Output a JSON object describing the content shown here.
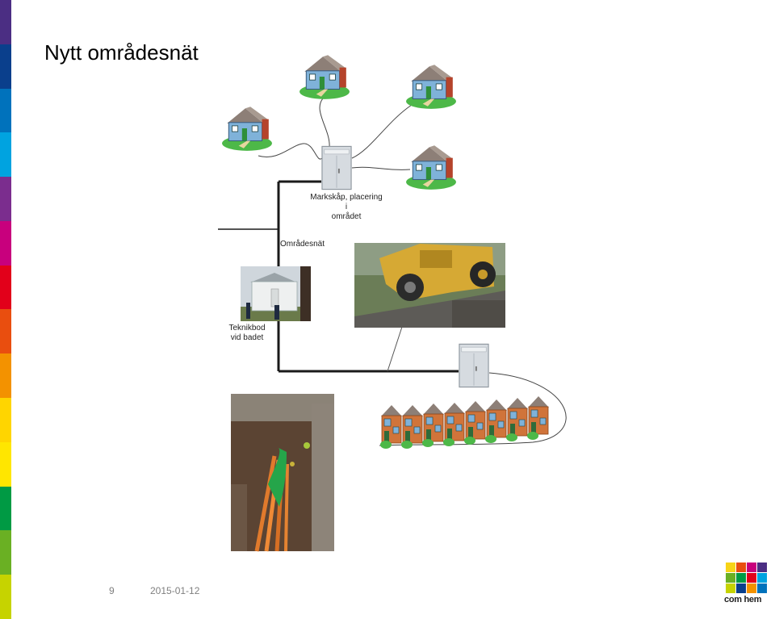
{
  "slide": {
    "title": "Nytt områdesnät",
    "page_number": "9",
    "date": "2015-01-12"
  },
  "diagram": {
    "cabinet_label_line1": "Markskåp, placering i",
    "cabinet_label_line2": "området",
    "network_label": "Områdesnät",
    "shed_label_line1": "Teknikbod",
    "shed_label_line2": "vid badet"
  },
  "logo": {
    "text": "com hem"
  },
  "colors": {
    "side_bar": [
      "#4b2e83",
      "#0a3f8c",
      "#0072bc",
      "#00a3e0",
      "#7b2d8e",
      "#c8007d",
      "#e2001a",
      "#e94e0f",
      "#f39200",
      "#ffd500",
      "#ffe600",
      "#009a44",
      "#6ab023",
      "#c6d300"
    ],
    "logo_tiles": [
      "#f7d417",
      "#e94e0f",
      "#c8007d",
      "#4b2e83",
      "#6ab023",
      "#009a44",
      "#e2001a",
      "#00a3e0",
      "#c6d300",
      "#0a3f8c",
      "#f39200",
      "#0072bc"
    ],
    "cable": "#1a1a1a",
    "house_wall": "#7fb2d9",
    "row_house_wall": "#d0743a",
    "roof": "#9a8a80",
    "lawn": "#4db848",
    "cabinet": "#d6dbe0"
  },
  "icons": [
    "house-icon",
    "cabinet-icon",
    "row-house-icon"
  ]
}
